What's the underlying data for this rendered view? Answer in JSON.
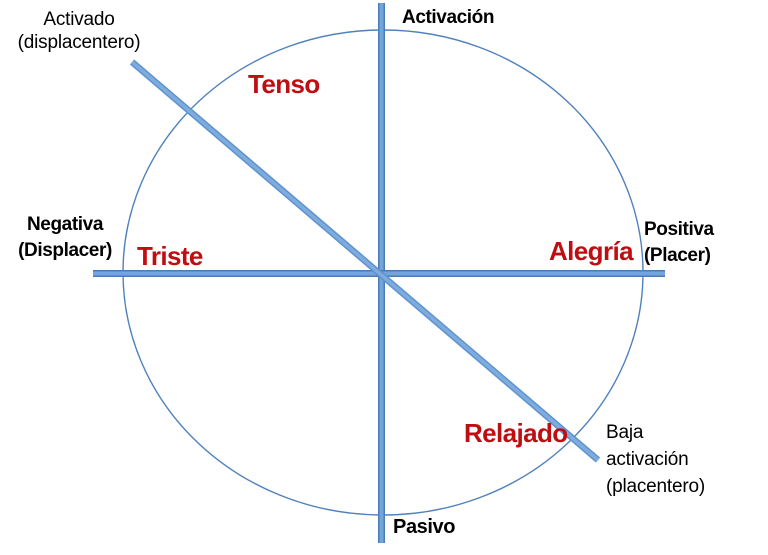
{
  "diagram": {
    "axes": {
      "top": "Activación",
      "bottom": "Pasivo",
      "left": "Negativa\n(Displacer)",
      "right": "Positiva\n(Placer)"
    },
    "diagonal_labels": {
      "high_activation": "Activado\n(displacentero)",
      "low_activation": "Baja\nactivación\n(placentero)"
    },
    "quadrant_emotions": {
      "top_left": "Tenso",
      "left": "Triste",
      "right": "Alegría",
      "bottom_right": "Relajado"
    }
  },
  "colors": {
    "circle_stroke": "#4F81BD",
    "axis_edge": "#4A7CB5",
    "axis_fill": "#74A5DA",
    "diagonal_edge": "#5E93CE",
    "diagonal_fill": "#7FACDF",
    "quadrant_label_red": "#C00D12",
    "axis_label_black": "#000000"
  }
}
